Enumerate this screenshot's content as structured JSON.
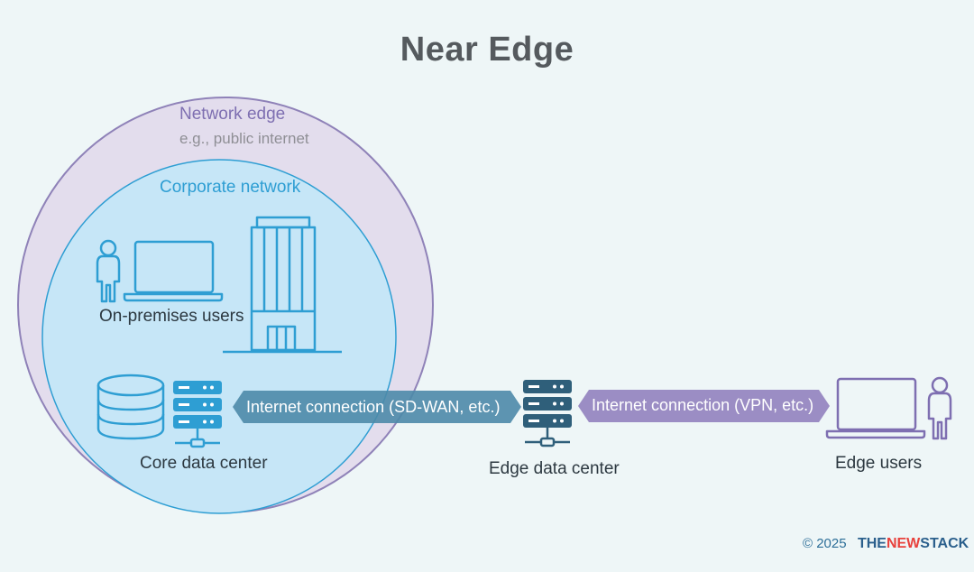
{
  "title": "Near Edge",
  "network_edge": {
    "label": "Network edge",
    "sublabel": "e.g., public internet"
  },
  "corporate_network": {
    "label": "Corporate network"
  },
  "nodes": {
    "on_premises_users": "On-premises users",
    "core_data_center": "Core data center",
    "edge_data_center": "Edge data center",
    "edge_users": "Edge users"
  },
  "connections": {
    "sd_wan": "Internet connection (SD-WAN, etc.)",
    "vpn": "Internet connection (VPN, etc.)"
  },
  "footer": {
    "copyright": "© 2025",
    "brand_the": "THE",
    "brand_new": "NEW",
    "brand_stack": "STACK"
  },
  "colors": {
    "background": "#eef6f7",
    "network_edge_fill": "#e3dded",
    "network_edge_stroke": "#8f82b8",
    "corporate_fill": "#c6e6f7",
    "corporate_stroke": "#2e9ed3",
    "icon_blue": "#2e9ed3",
    "server_dark": "#2f5f7a",
    "sd_wan_arrow": "#4d8aa9",
    "vpn_arrow": "#9b8dc4",
    "edge_purple": "#7e6fb1"
  }
}
